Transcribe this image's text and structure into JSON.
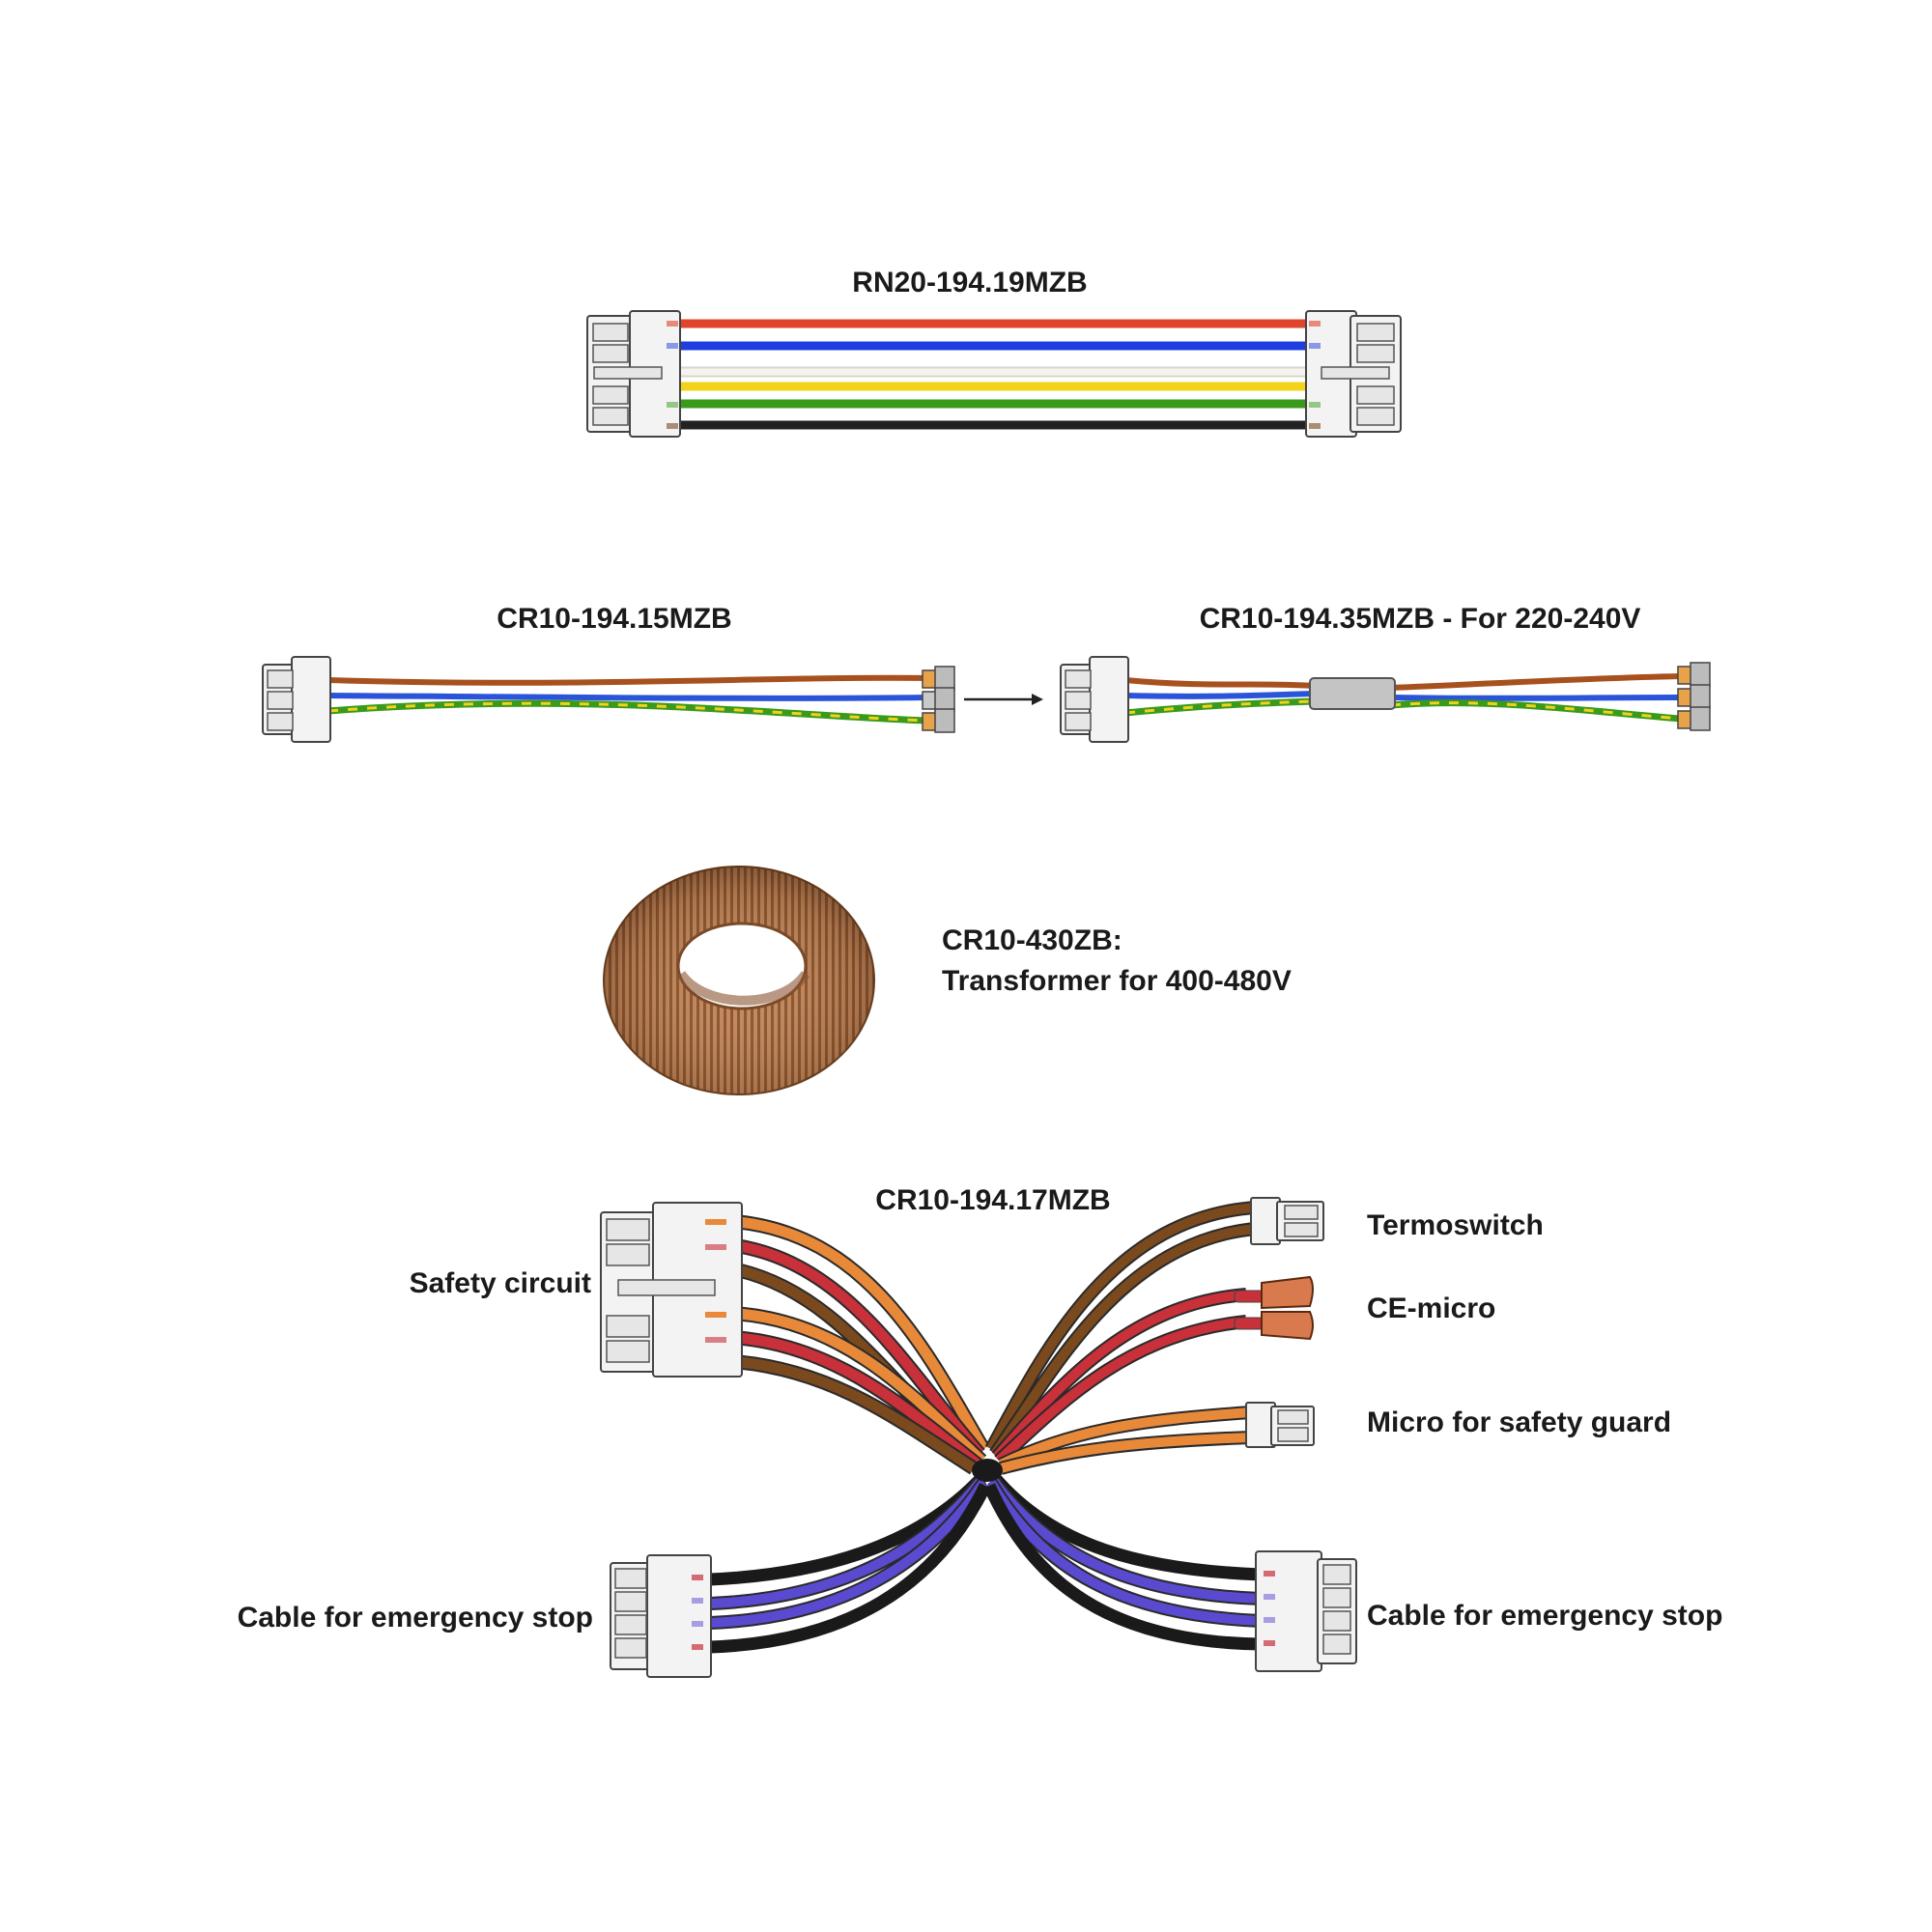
{
  "labels": {
    "rn20": "RN20-194.19MZB",
    "cr15": "CR10-194.15MZB",
    "cr35": "CR10-194.35MZB - For 220-240V",
    "transformer_code": "CR10-430ZB:",
    "transformer_desc": "Transformer for 400-480V",
    "cr17": "CR10-194.17MZB",
    "safety_circuit": "Safety circuit",
    "termoswitch": "Termoswitch",
    "ce_micro": "CE-micro",
    "micro_guard": "Micro for safety guard",
    "estop_left": "Cable for emergency stop",
    "estop_right": "Cable for emergency stop"
  },
  "colors": {
    "red": "#e0442a",
    "blue": "#1f3ee0",
    "white": "#f4f1ea",
    "yellow": "#f2d21a",
    "green": "#3a9a1c",
    "black": "#222222",
    "orange": "#e8893a",
    "dark_red": "#c8303a",
    "brown": "#7a4a1e",
    "purple": "#5a4ad0",
    "copper": "#b8815a"
  },
  "rn20_wires": [
    "red",
    "blue",
    "white",
    "yellow",
    "green",
    "black"
  ]
}
